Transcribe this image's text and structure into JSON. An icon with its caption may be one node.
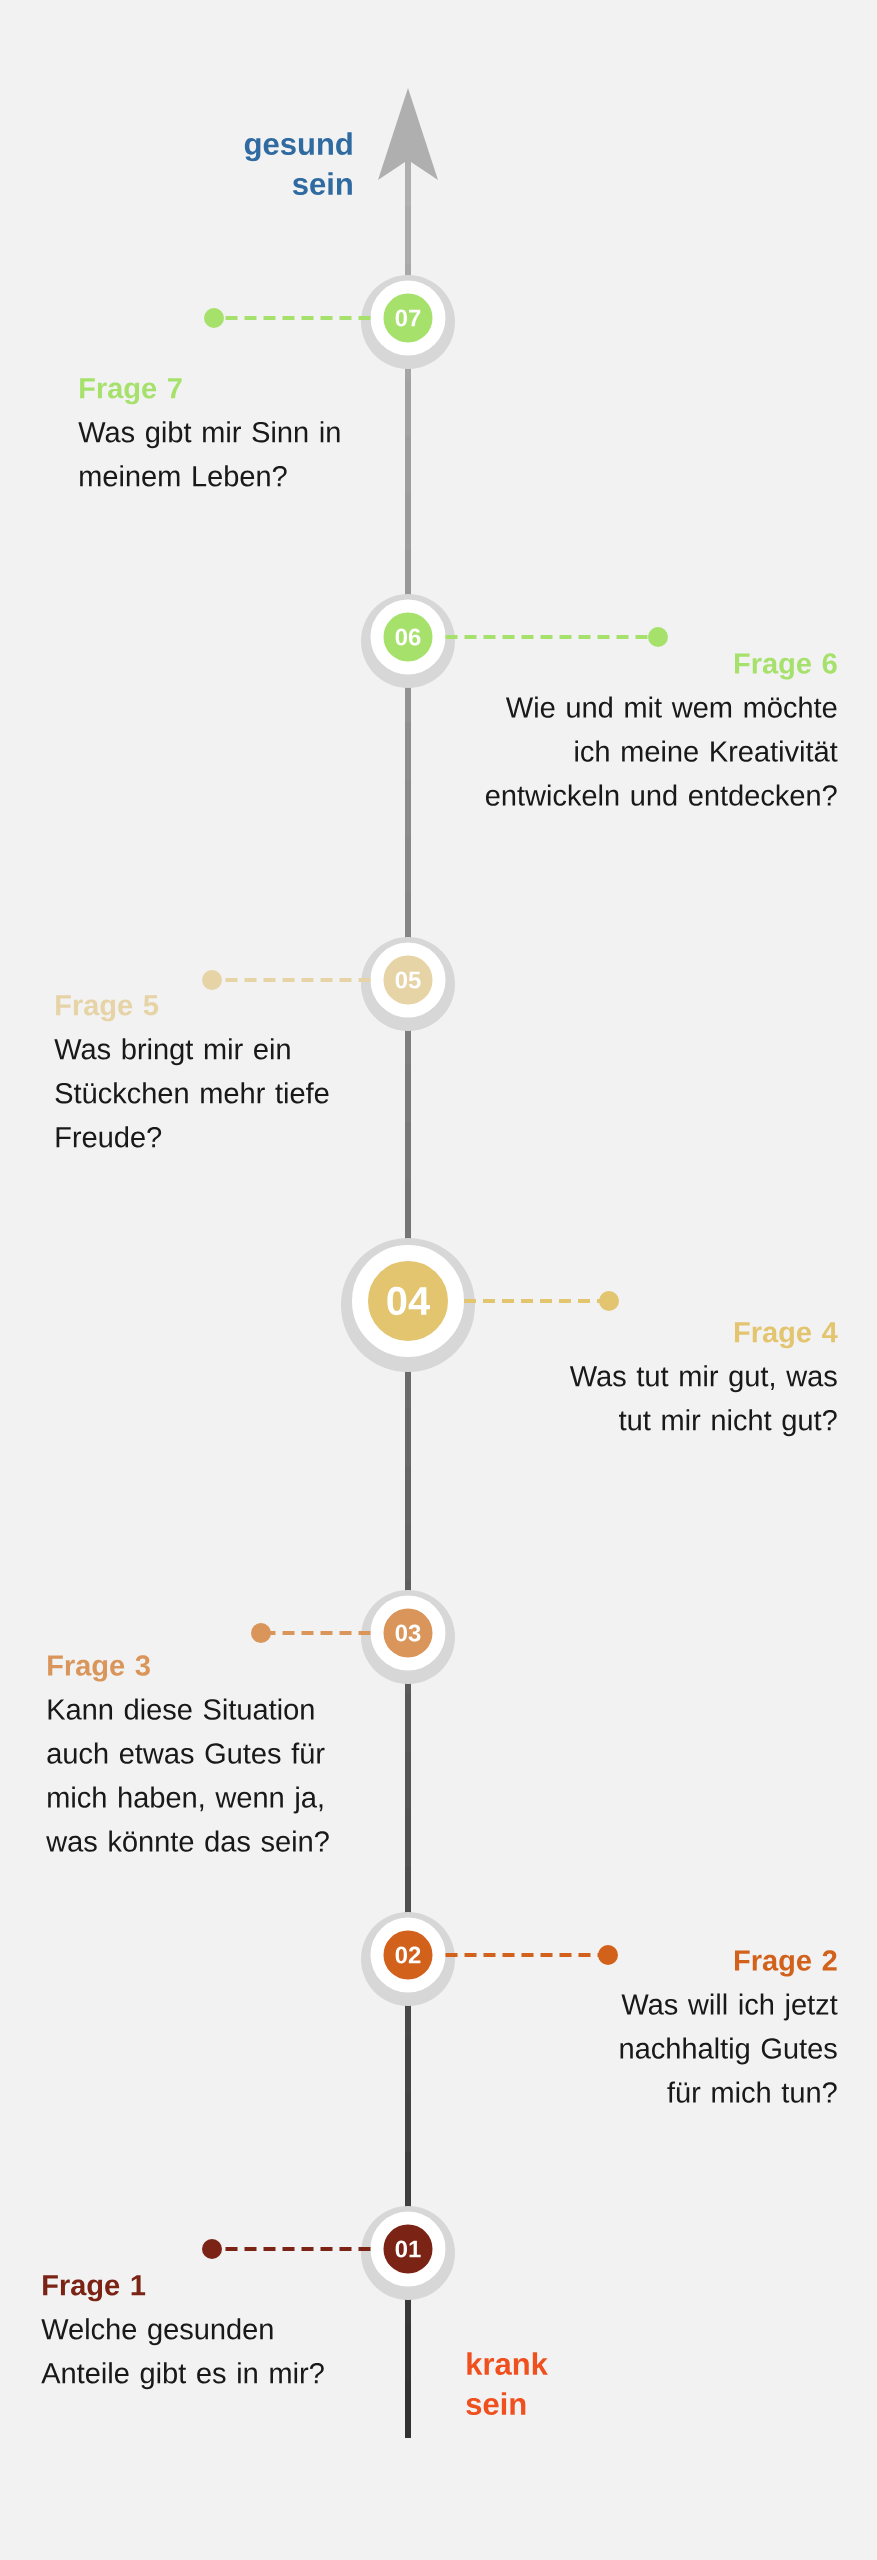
{
  "diagram": {
    "nodes": [
      {
        "text": [
          "07"
        ]
      },
      {
        "text": [
          "Frage 7",
          "Was gibt mir Sinn in meinem Leben?"
        ]
      },
      {
        "text": [
          "06"
        ]
      },
      {
        "text": [
          "Frage 6",
          "Wie und mit wem möchte ich meine Kreativität entwickeln und entdecken?"
        ]
      },
      {
        "text": [
          "05"
        ]
      },
      {
        "text": [
          "Frage 5",
          "Was bringt mir ein Stückchen mehr tiefe Freude?"
        ]
      },
      {
        "text": [
          "04"
        ]
      },
      {
        "text": [
          "Frage 4",
          "Was tut mir gut, was tut mir nicht gut?"
        ]
      },
      {
        "text": [
          "03"
        ]
      },
      {
        "text": [
          "Frage 3",
          "Kann diese Situation auch etwas Gutes für mich haben, wenn ja, was könnte das sein?"
        ]
      },
      {
        "text": [
          "02"
        ]
      },
      {
        "text": [
          "Frage 2",
          "Was will ich jetzt nachhaltig Gutes für mich tun?"
        ]
      },
      {
        "text": [
          "01"
        ]
      },
      {
        "text": [
          "Frage 1",
          "Welche gesunden Anteile gibt es in mir?"
        ]
      }
    ],
    "edges": [
      {
        "from": 0,
        "to": 1,
        "arrow": "other",
        "style": "dashed",
        "color": "#a6e16c"
      },
      {
        "from": 2,
        "to": 3,
        "arrow": "other",
        "style": "dashed",
        "color": "#a6e16c"
      },
      {
        "from": 4,
        "to": 5,
        "arrow": "other",
        "style": "dashed",
        "color": "#e6d3a6"
      },
      {
        "from": 6,
        "to": 7,
        "arrow": "other",
        "style": "dashed",
        "color": "#e3c46f"
      },
      {
        "from": 8,
        "to": 9,
        "arrow": "other",
        "style": "dashed",
        "color": "#d9955a"
      },
      {
        "from": 10,
        "to": 11,
        "arrow": "other",
        "style": "dashed",
        "color": "#d2611c"
      },
      {
        "from": 12,
        "to": 13,
        "arrow": "other",
        "style": "dashed",
        "color": "#7b2314"
      }
    ],
    "labels": [
      "gesund sein",
      "krank sein"
    ]
  }
}
